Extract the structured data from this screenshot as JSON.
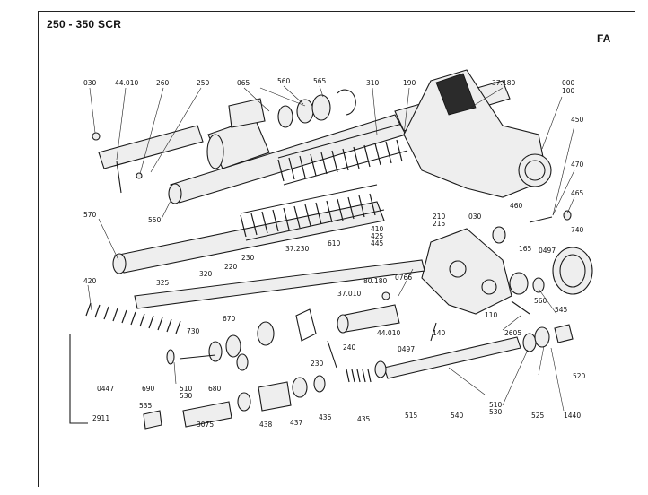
{
  "header": {
    "title": "250 - 350 SCR",
    "section_code": "FA"
  },
  "labels": {
    "l030a": "030",
    "l44010a": "44.010",
    "l260": "260",
    "l250": "250",
    "l065": "065",
    "l560a": "560",
    "l565": "565",
    "l310": "310",
    "l190": "190",
    "l37180": "37.180",
    "l000": "000",
    "l100": "100",
    "l450": "450",
    "l470": "470",
    "l465": "465",
    "l740": "740",
    "l550": "550",
    "l570": "570",
    "l210": "210",
    "l215": "215",
    "l030b": "030",
    "l460": "460",
    "l165": "165",
    "l0497a": "0497",
    "l37230": "37.230",
    "l610": "610",
    "l410": "410",
    "l425": "425",
    "l445": "445",
    "l230a": "230",
    "l220": "220",
    "l320": "320",
    "l325": "325",
    "l420": "420",
    "l80180": "80.180",
    "l0766": "0766",
    "l37010": "37.010",
    "l560b": "560",
    "l110": "110",
    "l545": "545",
    "l670": "670",
    "l730": "730",
    "l44010b": "44.010",
    "l140": "140",
    "l2605": "2605",
    "l240": "240",
    "l0497b": "0497",
    "l230b": "230",
    "l520": "520",
    "l0447": "0447",
    "l690": "690",
    "l680": "680",
    "l510a": "510",
    "l530a": "530",
    "l510b": "510",
    "l530b": "530",
    "l2911": "2911",
    "l535": "535",
    "l3075": "3075",
    "l438": "438",
    "l437": "437",
    "l436": "436",
    "l435": "435",
    "l515": "515",
    "l540": "540",
    "l525": "525",
    "l1440": "1440"
  }
}
